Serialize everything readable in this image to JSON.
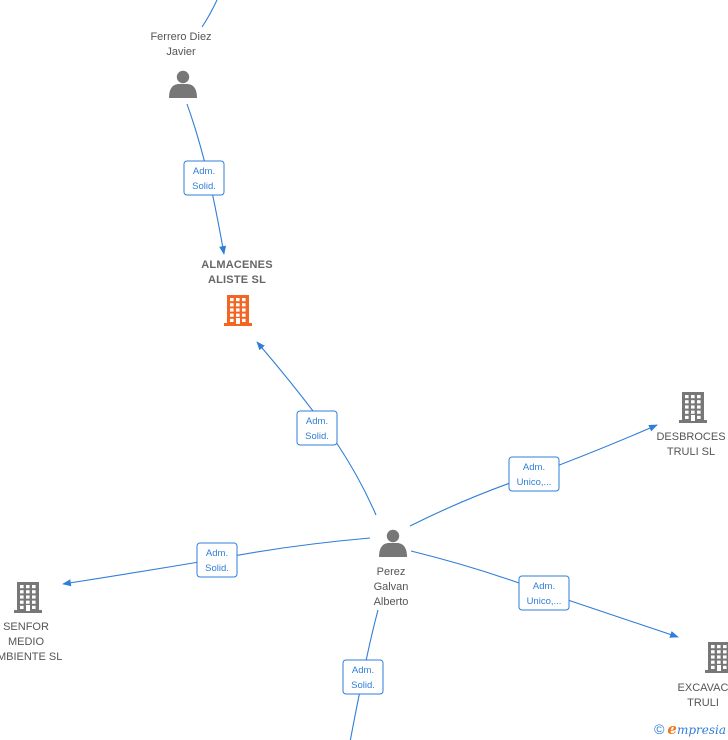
{
  "nodes": [
    {
      "id": "ferrero",
      "type": "person",
      "label": [
        "Ferrero Diez",
        "Javier"
      ]
    },
    {
      "id": "almacenes",
      "type": "company-main",
      "label": [
        "ALMACENES",
        "ALISTE  SL"
      ]
    },
    {
      "id": "perez",
      "type": "person",
      "label": [
        "Perez",
        "Galvan",
        "Alberto"
      ]
    },
    {
      "id": "desbroces",
      "type": "company",
      "label": [
        "DESBROCES",
        "TRULI SL"
      ]
    },
    {
      "id": "senfor",
      "type": "company",
      "label": [
        "SENFOR",
        "MEDIO",
        "AMBIENTE  SL"
      ]
    },
    {
      "id": "excavac",
      "type": "company",
      "label": [
        "EXCAVAC",
        "TRULI"
      ]
    }
  ],
  "edges": [
    {
      "id": "e1",
      "from": "ferrero",
      "to": "almacenes",
      "label": [
        "Adm.",
        "Solid."
      ]
    },
    {
      "id": "e2",
      "from": "perez",
      "to": "almacenes",
      "label": [
        "Adm.",
        "Solid."
      ]
    },
    {
      "id": "e3",
      "from": "perez",
      "to": "desbroces",
      "label": [
        "Adm.",
        "Unico,..."
      ]
    },
    {
      "id": "e4",
      "from": "perez",
      "to": "senfor",
      "label": [
        "Adm.",
        "Solid."
      ]
    },
    {
      "id": "e5",
      "from": "perez",
      "to": "excavac",
      "label": [
        "Adm.",
        "Unico,..."
      ]
    },
    {
      "id": "e6",
      "from": "perez",
      "to": "offscreen-bottom",
      "label": [
        "Adm.",
        "Solid."
      ]
    }
  ],
  "colors": {
    "edge": "#2f7ed8",
    "person_icon": "#777777",
    "company_icon": "#777777",
    "main_company_icon": "#f26522"
  },
  "footer": {
    "copyright": "©",
    "brand_initial": "e",
    "brand_rest": "mpresia"
  }
}
